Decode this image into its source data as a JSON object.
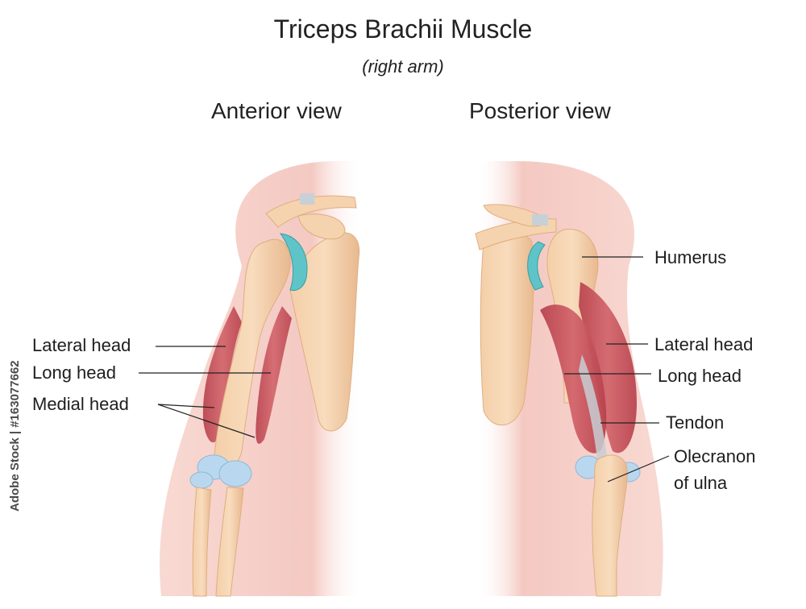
{
  "title": "Triceps Brachii Muscle",
  "subtitle": "(right arm)",
  "views": {
    "anterior": {
      "title": "Anterior view",
      "labels": {
        "lateral_head": "Lateral head",
        "long_head": "Long head",
        "medial_head": "Medial head"
      }
    },
    "posterior": {
      "title": "Posterior view",
      "labels": {
        "humerus": "Humerus",
        "lateral_head": "Lateral head",
        "long_head": "Long head",
        "tendon": "Tendon",
        "olecranon_line1": "Olecranon",
        "olecranon_line2": "of ulna"
      }
    }
  },
  "credit": "Adobe Stock | #163077662",
  "colors": {
    "skin": "#f7d6cf",
    "bone": "#f2c9a0",
    "muscle": "#c8505a",
    "cartilage_teal": "#5fc4c8",
    "cartilage_blue": "#b9d8ef"
  }
}
